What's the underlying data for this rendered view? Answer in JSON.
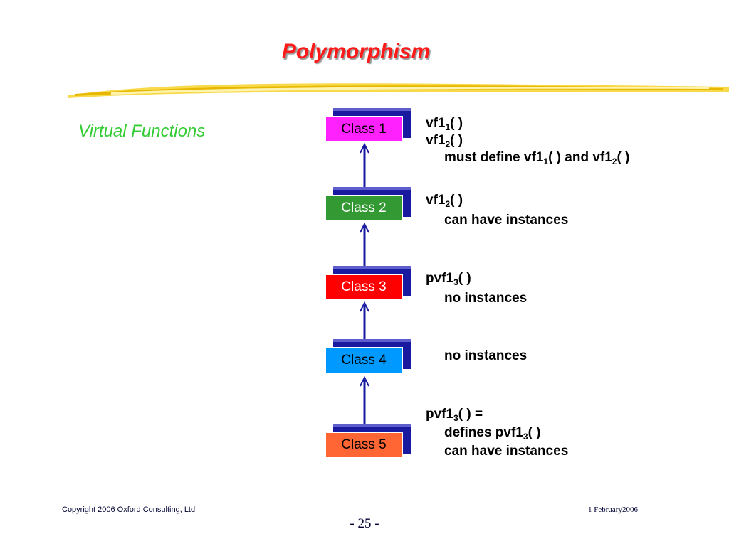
{
  "slide": {
    "title": "Polymorphism",
    "subtitle": "Virtual Functions"
  },
  "colors": {
    "title": "#ff1a1a",
    "subtitle": "#33cc33",
    "arrow": "#1a1aa0",
    "box_shadow": "#1a1aa0",
    "swoosh": "#f2c200"
  },
  "classes": [
    {
      "label": "Class 1",
      "color": "#ff22ff",
      "text_color": "#000000"
    },
    {
      "label": "Class 2",
      "color": "#339933",
      "text_color": "#ffffff"
    },
    {
      "label": "Class 3",
      "color": "#ff0000",
      "text_color": "#ffffff"
    },
    {
      "label": "Class 4",
      "color": "#0099ff",
      "text_color": "#000000"
    },
    {
      "label": "Class 5",
      "color": "#ff6633",
      "text_color": "#000000"
    }
  ],
  "descriptions": {
    "c1": {
      "l1_a": "vf1",
      "l1_sub": "1",
      "l1_b": "( )",
      "l2_a": "vf1",
      "l2_sub": "2",
      "l2_b": "( )",
      "l3_a": "must define vf1",
      "l3_sub1": "1",
      "l3_b": "( ) and vf1",
      "l3_sub2": "2",
      "l3_c": "( )"
    },
    "c2": {
      "l1_a": "vf1",
      "l1_sub": "2",
      "l1_b": "( )",
      "l2": "can have instances"
    },
    "c3": {
      "l1_a": "pvf1",
      "l1_sub": "3",
      "l1_b": "( )",
      "l2": "no instances"
    },
    "c4": {
      "l1": "no instances"
    },
    "c5": {
      "l1_a": "pvf1",
      "l1_sub": "3",
      "l1_b": "( ) =",
      "l2_a": "defines pvf1",
      "l2_sub": "3",
      "l2_b": "( )",
      "l3": "can have instances"
    }
  },
  "footer": {
    "copyright": "Copyright 2006 Oxford Consulting, Ltd",
    "date": "1 February2006",
    "page": "- 25 -"
  }
}
